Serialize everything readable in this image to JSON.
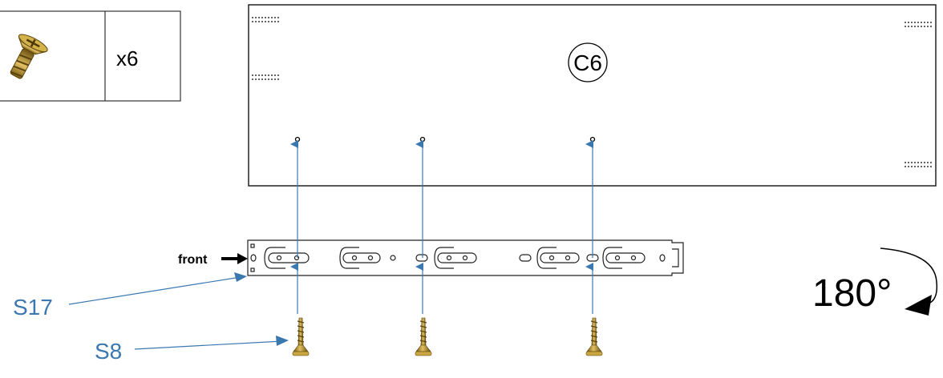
{
  "parts_box": {
    "quantity": "x6"
  },
  "panel": {
    "label": "C6"
  },
  "rail": {
    "front_label": "front"
  },
  "callouts": {
    "rail_part": "S17",
    "screw_part": "S8"
  },
  "rotation": {
    "label": "180°"
  },
  "icons": [
    "screw-icon",
    "arrow-icon",
    "rotate-arrow-icon"
  ],
  "colors": {
    "leader": "#3b78b0",
    "text_blue": "#3b78b0",
    "line": "#000000",
    "screw_gold": "#b8902a"
  }
}
